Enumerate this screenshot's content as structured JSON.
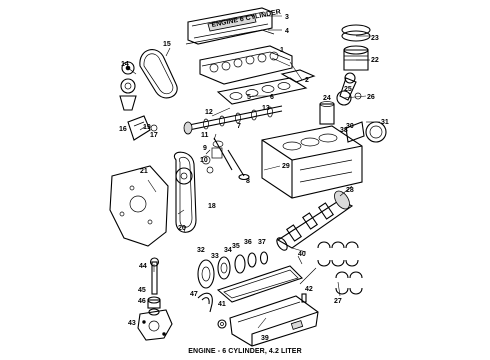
{
  "caption": "ENGINE - 6 CYLINDER, 4.2 LITER",
  "cover_label": "ENGINE 6 CYLINDER",
  "callouts": [
    "1",
    "2",
    "3",
    "4",
    "5",
    "6",
    "7",
    "8",
    "9",
    "10",
    "11",
    "12",
    "13",
    "14",
    "15",
    "16",
    "17",
    "18",
    "19",
    "20",
    "21",
    "22",
    "23",
    "24",
    "25",
    "26",
    "27",
    "28",
    "29",
    "30",
    "31",
    "32",
    "33",
    "34",
    "35",
    "36",
    "37",
    "38",
    "39",
    "40",
    "41",
    "42",
    "43",
    "44",
    "45",
    "46",
    "47"
  ]
}
